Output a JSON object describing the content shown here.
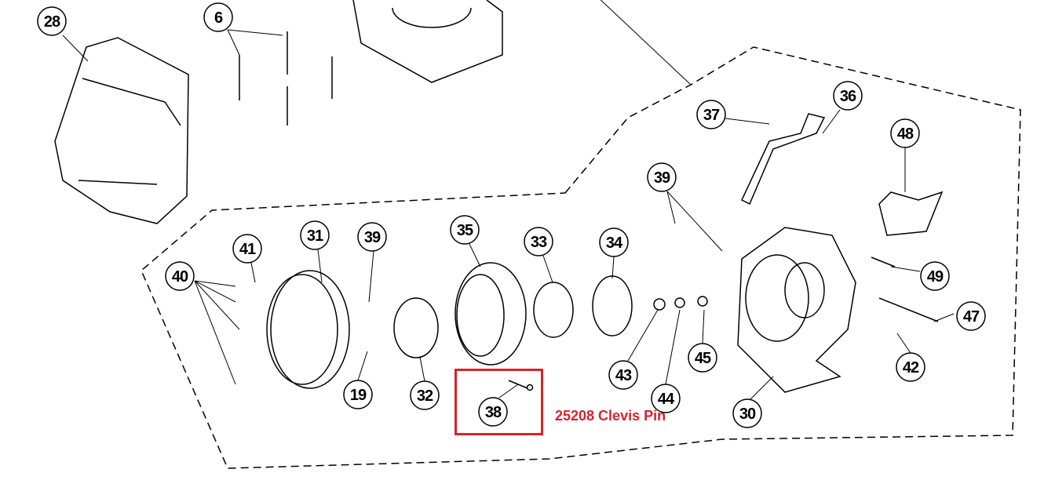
{
  "diagram": {
    "callouts": [
      "28",
      "6",
      "37",
      "36",
      "48",
      "39",
      "41",
      "31",
      "39",
      "35",
      "33",
      "34",
      "40",
      "49",
      "47",
      "45",
      "43",
      "42",
      "19",
      "32",
      "44",
      "38",
      "30"
    ],
    "highlighted_callout": "38",
    "highlight_color": "#d9222a",
    "caption": "25208 Clevis Pin"
  }
}
